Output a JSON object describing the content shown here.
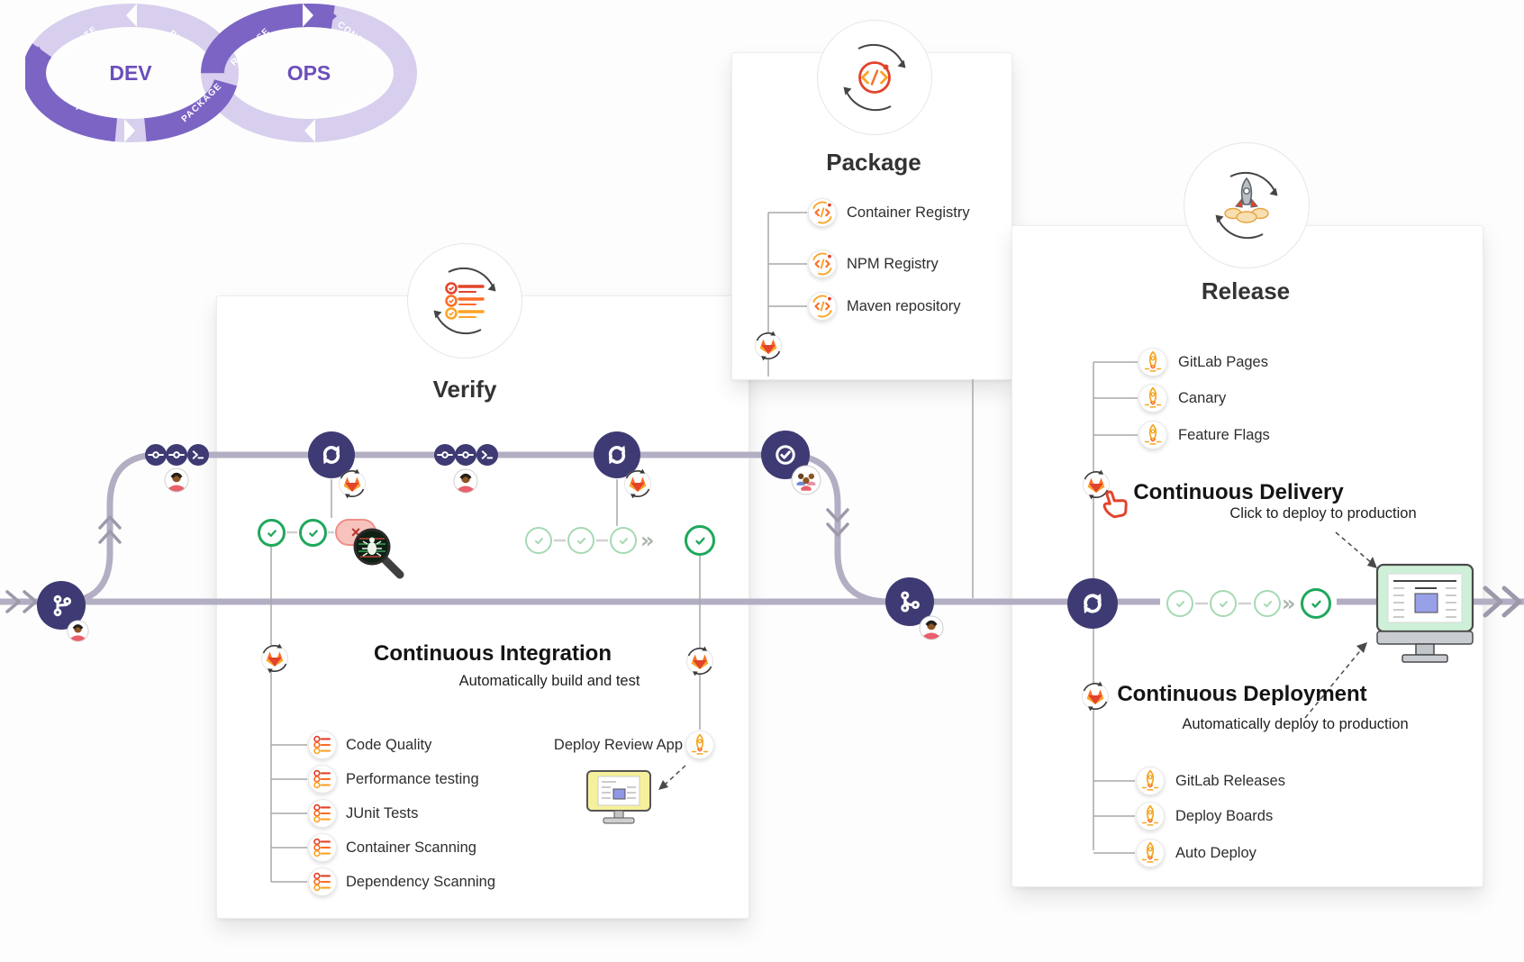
{
  "loop": {
    "dev": "DEV",
    "ops": "OPS",
    "create": "CREATE",
    "plan": "PLAN",
    "verify": "VERIFY",
    "package": "PACKAGE",
    "release": "RELEASE",
    "configure": "CONFIGURE",
    "monitor": "MONITOR"
  },
  "verify_card": {
    "title": "Verify",
    "heading": "Continuous Integration",
    "subheading": "Automatically build and test",
    "items": [
      "Code Quality",
      "Performance testing",
      "JUnit Tests",
      "Container Scanning",
      "Dependency Scanning"
    ],
    "deploy_label": "Deploy Review App"
  },
  "package_card": {
    "title": "Package",
    "items": [
      "Container Registry",
      "NPM Registry",
      "Maven repository"
    ]
  },
  "release_card": {
    "title": "Release",
    "top_items": [
      "GitLab Pages",
      "Canary",
      "Feature Flags"
    ],
    "delivery": {
      "heading": "Continuous Delivery",
      "subheading": "Click to deploy to production"
    },
    "deployment": {
      "heading": "Continuous Deployment",
      "subheading": "Automatically deploy to production"
    },
    "bottom_items": [
      "GitLab Releases",
      "Deploy Boards",
      "Auto Deploy"
    ]
  },
  "icons": {
    "fast_forward": "»",
    "fail_x": "×"
  },
  "colors": {
    "node_purple": "#3e3a73",
    "loop_dark": "#7c64c4",
    "loop_light": "#d7cfed",
    "pipeline_line": "#b4aec4",
    "green_bold": "#1fa85c",
    "green_light": "#a5d9b2",
    "gitlab_red": "#e24329",
    "gitlab_orange": "#fc6d26",
    "gitlab_amber": "#fca326"
  }
}
